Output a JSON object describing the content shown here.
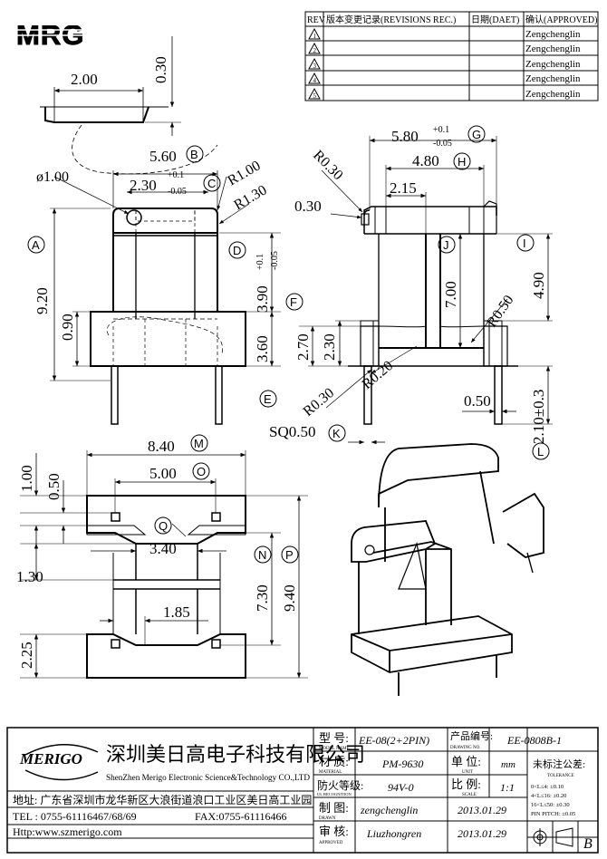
{
  "logo": "MRG",
  "revision": {
    "headers": [
      "REV",
      "版本变更记录(REVISIONS REC.)",
      "日期(DAET)",
      "确认(APPROVED)"
    ],
    "rows": [
      {
        "rev": "1",
        "approved": "Zengchenglin"
      },
      {
        "rev": "2",
        "approved": "Zengchenglin"
      },
      {
        "rev": "3",
        "approved": "Zengchenglin"
      },
      {
        "rev": "4",
        "approved": "Zengchenglin"
      },
      {
        "rev": "5",
        "approved": "Zengchenglin"
      }
    ]
  },
  "front_view": {
    "dims": {
      "d200": "2.00",
      "d030_top": "0.30",
      "d560": "5.60",
      "d230": "2.30",
      "d230_tol_up": "+0.1",
      "d230_tol_dn": "-0.05",
      "phi100": "ø1.00",
      "r100": "R1.00",
      "r130": "R1.30",
      "d920": "9.20",
      "d090": "0.90",
      "d390": "3.90",
      "d390_tol_up": "+0.1",
      "d390_tol_dn": "-0.05",
      "d360": "3.60"
    },
    "markers": {
      "A": "A",
      "B": "B",
      "C": "C",
      "D": "D",
      "E": "E",
      "F": "F"
    }
  },
  "side_view": {
    "dims": {
      "d580": "5.80",
      "d580_tol_up": "+0.1",
      "d580_tol_dn": "-0.05",
      "d480": "4.80",
      "d215": "2.15",
      "r030_top": "R0.30",
      "d030_side": "0.30",
      "d700": "7.00",
      "d490": "4.90",
      "r050": "R0.50",
      "d270": "2.70",
      "d230": "2.30",
      "r020": "R0.20",
      "r030_bot": "R0.30",
      "d050": "0.50",
      "sq050": "SQ0.50",
      "d210": "2.10±0.3"
    },
    "markers": {
      "G": "G",
      "H": "H",
      "I": "I",
      "J": "J",
      "K": "K",
      "L": "L"
    }
  },
  "bottom_view": {
    "dims": {
      "d840": "8.40",
      "d500": "5.00",
      "d100": "1.00",
      "d050": "0.50",
      "d340": "3.40",
      "d130": "1.30",
      "d730": "7.30",
      "d940": "9.40",
      "d185": "1.85",
      "d225": "2.25"
    },
    "markers": {
      "M": "M",
      "N": "N",
      "O": "O",
      "P": "P",
      "Q": "Q"
    }
  },
  "title_block": {
    "company_logo": "MERIGO",
    "company_cn": "深圳美日高电子科技有限公司",
    "company_en": "ShenZhen Merigo Electronic Science&Technology CO.,LTD",
    "address": "地址: 广东省深圳市龙华新区大浪街道浪口工业区美日高工业园",
    "tel": "TEL : 0755-61116467/68/69",
    "fax": "FAX:0755-61116466",
    "http": "Http:www.szmerigo.com",
    "model_label_cn": "型  号:",
    "model_label_en": "MODEL NAME",
    "model": "EE-08(2+2PIN)",
    "drawing_no_label_cn": "产品编号:",
    "drawing_no_label_en": "DRAWING NO.",
    "drawing_no": "EE-0808B-1",
    "material_label_cn": "材  质:",
    "material_label_en": "MATERIAL",
    "material": "PM-9630",
    "unit_label_cn": "单  位:",
    "unit_label_en": "UNIT",
    "unit": "mm",
    "fire_label_cn": "防火等级:",
    "fire_label_en": "UL RECOGNITION",
    "fire": "94V-0",
    "scale_label_cn": "比  例:",
    "scale_label_en": "SCALE",
    "scale": "1:1",
    "drawn_label_cn": "制  图:",
    "drawn_label_en": "DRAWN",
    "drawn": "zengchenglin",
    "drawn_date": "2013.01.29",
    "approved_label_cn": "审  核:",
    "approved_label_en": "APPROVED",
    "approved": "Liuzhongren",
    "approved_date": "2013.01.29",
    "tolerance_title": "未标注公差:",
    "tolerance_en": "TOLERANCE",
    "tolerances": [
      "0<L≤4:  ±0.10",
      "4<L≤16: ±0.20",
      "16<L≤50: ±0.30",
      "PIN PITCH: ±0.05"
    ],
    "sheet_mark": "B"
  }
}
